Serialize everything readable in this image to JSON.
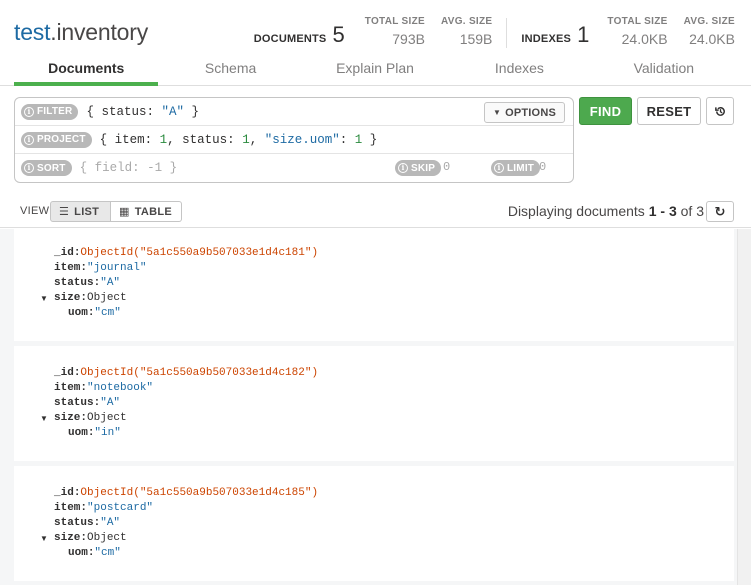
{
  "header": {
    "db": "test",
    "dot": ".",
    "collection": "inventory",
    "documents_label": "DOCUMENTS",
    "documents_count": "5",
    "docs_total_size_label": "TOTAL SIZE",
    "docs_total_size": "793B",
    "docs_avg_size_label": "AVG. SIZE",
    "docs_avg_size": "159B",
    "indexes_label": "INDEXES",
    "indexes_count": "1",
    "idx_total_size_label": "TOTAL SIZE",
    "idx_total_size": "24.0KB",
    "idx_avg_size_label": "AVG. SIZE",
    "idx_avg_size": "24.0KB"
  },
  "tabs": [
    {
      "label": "Documents",
      "active": true
    },
    {
      "label": "Schema"
    },
    {
      "label": "Explain Plan"
    },
    {
      "label": "Indexes"
    },
    {
      "label": "Validation"
    }
  ],
  "query": {
    "filter_label": "FILTER",
    "filter_value": "{ status: \"A\" }",
    "options_label": "OPTIONS",
    "project_label": "PROJECT",
    "project_value": "{ item: 1, status: 1, \"size.uom\": 1 }",
    "sort_label": "SORT",
    "sort_placeholder": "{ field: -1 }",
    "skip_label": "SKIP",
    "skip_placeholder": "0",
    "limit_label": "LIMIT",
    "limit_placeholder": "0"
  },
  "buttons": {
    "find": "FIND",
    "reset": "RESET",
    "history_icon": "history-icon"
  },
  "viewbar": {
    "view_label": "VIEW",
    "list_label": "LIST",
    "table_label": "TABLE",
    "displaying_prefix": "Displaying documents",
    "range_start": "1",
    "range_sep": " - ",
    "range_end": "3",
    "of_label": "of",
    "total": "3"
  },
  "documents": [
    {
      "id_key": "_id",
      "id_value": "ObjectId(\"5a1c550a9b507033e1d4c181\")",
      "item_key": "item",
      "item_value": "\"journal\"",
      "status_key": "status",
      "status_value": "\"A\"",
      "size_key": "size",
      "size_value": "Object",
      "uom_key": "uom",
      "uom_value": "\"cm\""
    },
    {
      "id_key": "_id",
      "id_value": "ObjectId(\"5a1c550a9b507033e1d4c182\")",
      "item_key": "item",
      "item_value": "\"notebook\"",
      "status_key": "status",
      "status_value": "\"A\"",
      "size_key": "size",
      "size_value": "Object",
      "uom_key": "uom",
      "uom_value": "\"in\""
    },
    {
      "id_key": "_id",
      "id_value": "ObjectId(\"5a1c550a9b507033e1d4c185\")",
      "item_key": "item",
      "item_value": "\"postcard\"",
      "status_key": "status",
      "status_value": "\"A\"",
      "size_key": "size",
      "size_value": "Object",
      "uom_key": "uom",
      "uom_value": "\"cm\""
    }
  ],
  "colors": {
    "accent_green": "#4da94e",
    "active_tab_underline": "#4cb04d",
    "namespace_db": "#1d6aa3",
    "objectid": "#cc4400",
    "string_value": "#1d6aa3"
  }
}
